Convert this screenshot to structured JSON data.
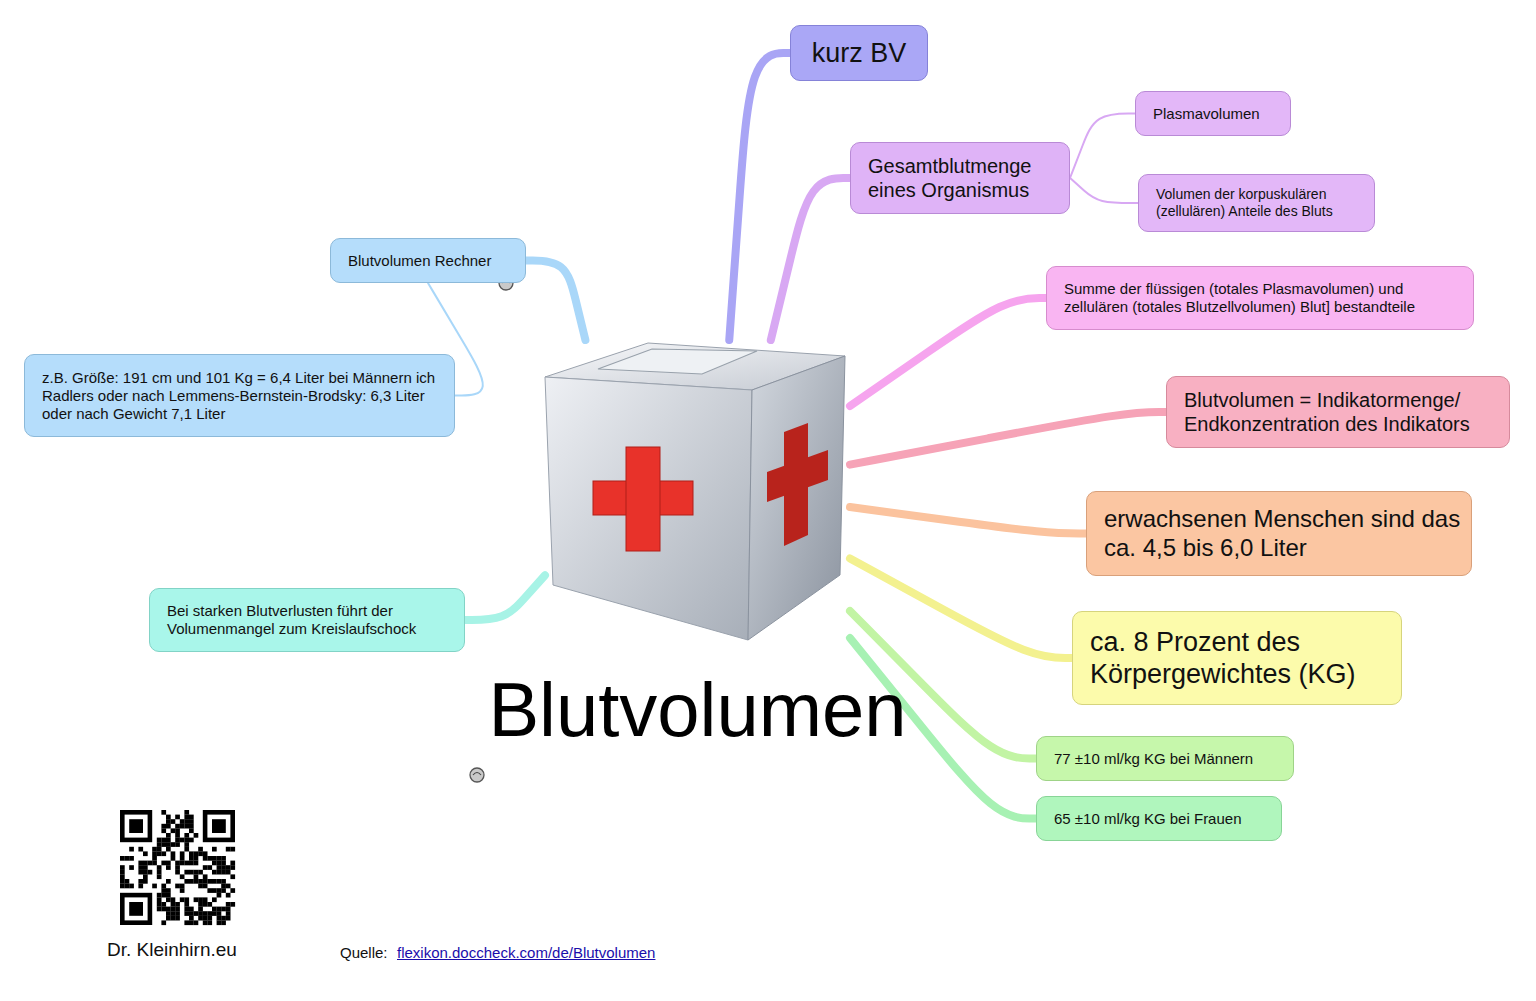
{
  "diagram": {
    "nodes": [
      {
        "text": [
          "Blutvolumen"
        ]
      },
      {
        "text": [
          "kurz BV"
        ]
      },
      {
        "text": [
          "Gesamtblutmenge eines Organismus"
        ]
      },
      {
        "text": [
          "Plasmavolumen"
        ]
      },
      {
        "text": [
          "Volumen der korpuskulären (zellulären) Anteile des Bluts"
        ]
      },
      {
        "text": [
          "Summe der flüssigen (totales Plasmavolumen) und zellulären (totales Blutzellvolumen) Blut] bestandteile"
        ]
      },
      {
        "text": [
          "Blutvolumen = Indikatormenge/ Endkonzentration des Indikators"
        ]
      },
      {
        "text": [
          "erwachsenen Menschen sind das ca. 4,5 bis 6,0 Liter"
        ]
      },
      {
        "text": [
          "ca. 8 Prozent des Körpergewichtes (KG)"
        ]
      },
      {
        "text": [
          "77 ±10 ml/kg KG bei Männern"
        ]
      },
      {
        "text": [
          "65 ±10 ml/kg KG bei Frauen"
        ]
      },
      {
        "text": [
          "Bei starken Blutverlusten führt der Volumenmangel zum Kreislaufschock"
        ]
      },
      {
        "text": [
          "Blutvolumen Rechner"
        ]
      },
      {
        "text": [
          "z.B. Größe: 191 cm und 101 Kg = 6,4 Liter bei Männern ich Radlers oder nach Lemmens-Bernstein-Brodsky: 6,3 Liter oder nach Gewicht 7,1 Liter"
        ]
      }
    ],
    "edges": [
      {
        "from": 0,
        "to": 1,
        "arrow": "none"
      },
      {
        "from": 0,
        "to": 2,
        "arrow": "none"
      },
      {
        "from": 2,
        "to": 3,
        "arrow": "none"
      },
      {
        "from": 2,
        "to": 4,
        "arrow": "none"
      },
      {
        "from": 0,
        "to": 5,
        "arrow": "none"
      },
      {
        "from": 0,
        "to": 6,
        "arrow": "none"
      },
      {
        "from": 0,
        "to": 7,
        "arrow": "none"
      },
      {
        "from": 0,
        "to": 8,
        "arrow": "none"
      },
      {
        "from": 0,
        "to": 9,
        "arrow": "none"
      },
      {
        "from": 0,
        "to": 10,
        "arrow": "none"
      },
      {
        "from": 0,
        "to": 11,
        "arrow": "none"
      },
      {
        "from": 0,
        "to": 12,
        "arrow": "none"
      },
      {
        "from": 12,
        "to": 13,
        "arrow": "none"
      }
    ],
    "labels": [
      "Dr. Kleinhirn.eu",
      "Quelle:",
      "flexikon.doccheck.com/de/Blutvolumen"
    ]
  }
}
